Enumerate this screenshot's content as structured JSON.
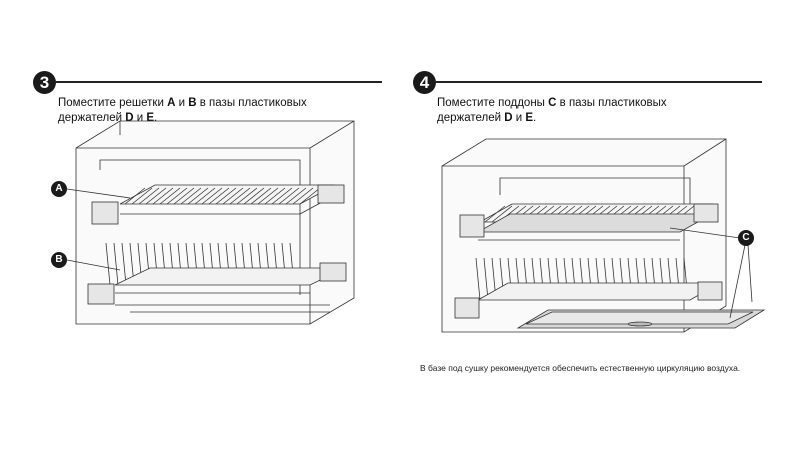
{
  "step3": {
    "number": "3",
    "text_1": "Поместите решетки ",
    "item_a": "A",
    "and_1": " и ",
    "item_b": "B",
    "text_2": " в пазы пластиковых",
    "text_3": "держателей ",
    "item_d": "D",
    "and_2": " и ",
    "item_e": "E",
    "text_4": ".",
    "callout_a": "A",
    "callout_b": "B"
  },
  "step4": {
    "number": "4",
    "text_1": "Поместите поддоны ",
    "item_c": "C",
    "text_2": " в пазы пластиковых",
    "text_3": "держателей ",
    "item_d": "D",
    "and_2": " и ",
    "item_e": "E",
    "text_4": ".",
    "callout_c": "C"
  },
  "note": "В базе под сушку рекомендуется обеспечить естественную циркуляцию воздуха."
}
